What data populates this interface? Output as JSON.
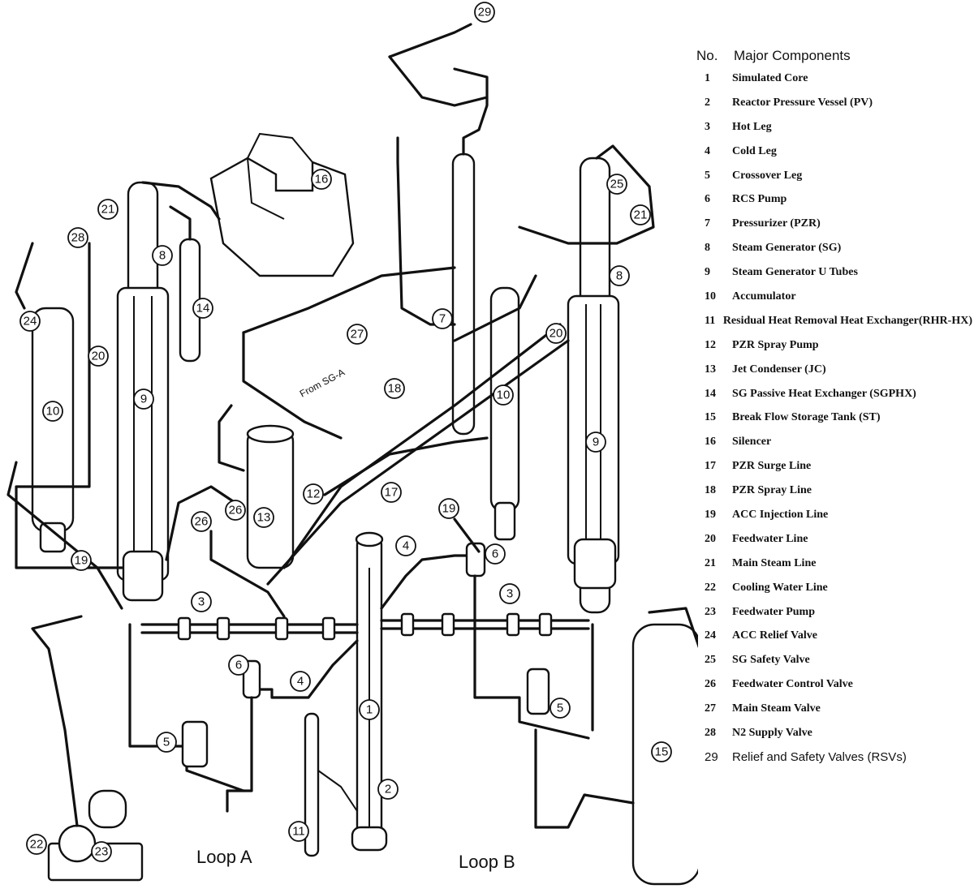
{
  "legend": {
    "header_no": "No.",
    "header_title": "Major Components",
    "items": [
      {
        "no": "1",
        "label": "Simulated Core"
      },
      {
        "no": "2",
        "label": "Reactor Pressure Vessel (PV)"
      },
      {
        "no": "3",
        "label": "Hot Leg"
      },
      {
        "no": "4",
        "label": "Cold Leg"
      },
      {
        "no": "5",
        "label": "Crossover Leg"
      },
      {
        "no": "6",
        "label": "RCS Pump"
      },
      {
        "no": "7",
        "label": "Pressurizer (PZR)"
      },
      {
        "no": "8",
        "label": "Steam Generator (SG)"
      },
      {
        "no": "9",
        "label": "Steam Generator U Tubes"
      },
      {
        "no": "10",
        "label": "Accumulator"
      },
      {
        "no": "11",
        "label": "Residual Heat Removal Heat Exchanger(RHR-HX)"
      },
      {
        "no": "12",
        "label": "PZR Spray Pump"
      },
      {
        "no": "13",
        "label": "Jet Condenser (JC)"
      },
      {
        "no": "14",
        "label": "SG Passive Heat Exchanger (SGPHX)"
      },
      {
        "no": "15",
        "label": "Break Flow Storage Tank (ST)"
      },
      {
        "no": "16",
        "label": "Silencer"
      },
      {
        "no": "17",
        "label": "PZR Surge Line"
      },
      {
        "no": "18",
        "label": "PZR Spray Line"
      },
      {
        "no": "19",
        "label": "ACC Injection Line"
      },
      {
        "no": "20",
        "label": "Feedwater Line"
      },
      {
        "no": "21",
        "label": "Main Steam Line"
      },
      {
        "no": "22",
        "label": "Cooling Water Line"
      },
      {
        "no": "23",
        "label": "Feedwater Pump"
      },
      {
        "no": "24",
        "label": "ACC Relief Valve"
      },
      {
        "no": "25",
        "label": "SG Safety Valve"
      },
      {
        "no": "26",
        "label": "Feedwater Control Valve"
      },
      {
        "no": "27",
        "label": "Main Steam Valve"
      },
      {
        "no": "28",
        "label": "N2 Supply Valve"
      },
      {
        "no": "29",
        "label": "Relief and Safety Valves (RSVs)"
      }
    ]
  },
  "diagram": {
    "loop_a_label": "Loop A",
    "loop_b_label": "Loop B",
    "from_sg_a_label": "From SG-A",
    "callouts": {
      "c1": "1",
      "c2": "2",
      "c3a": "3",
      "c3b": "3",
      "c4a": "4",
      "c4b": "4",
      "c5a": "5",
      "c5b": "5",
      "c6a": "6",
      "c6b": "6",
      "c7": "7",
      "c8a": "8",
      "c8b": "8",
      "c9a": "9",
      "c9b": "9",
      "c10a": "10",
      "c10b": "10",
      "c11": "11",
      "c12": "12",
      "c13": "13",
      "c14": "14",
      "c15": "15",
      "c16": "16",
      "c17": "17",
      "c18": "18",
      "c19a": "19",
      "c19b": "19",
      "c20a": "20",
      "c20b": "20",
      "c21a": "21",
      "c21b": "21",
      "c22": "22",
      "c23": "23",
      "c24": "24",
      "c25": "25",
      "c26a": "26",
      "c26b": "26",
      "c27": "27",
      "c28": "28",
      "c29": "29"
    }
  }
}
